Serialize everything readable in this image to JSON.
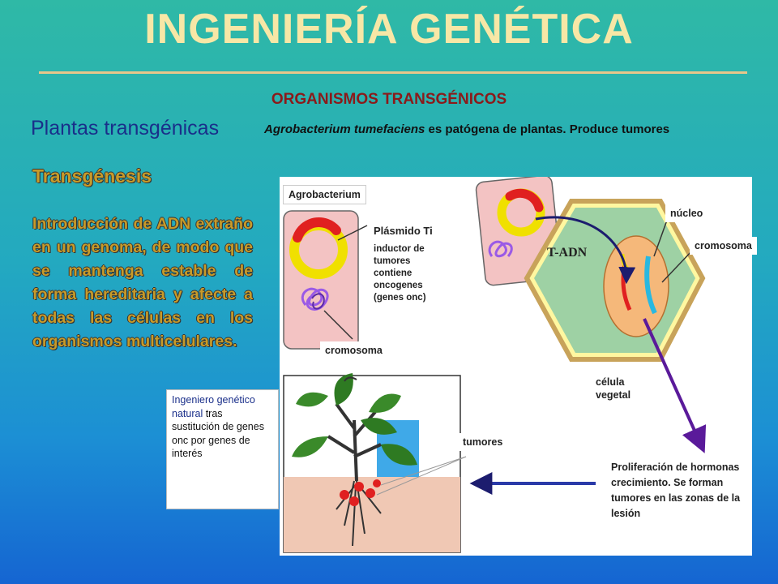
{
  "title": "INGENIERÍA GENÉTICA",
  "subtitle": "ORGANISMOS TRANSGÉNICOS",
  "section_title": "Plantas transgénicas",
  "tagline": {
    "species": "Agrobacterium tumefaciens",
    "rest": " es patógena de plantas. Produce tumores"
  },
  "transgenesis_title": "Transgénesis",
  "definition": "Introducción de ADN extraño en un genoma, de modo que se mantenga estable de forma hereditaria y afecte a todas las células en los organismos multicelulares.",
  "note": {
    "highlight": "Ingeniero genético natural",
    "rest": " tras sustitución de genes onc por genes de interés"
  },
  "diagram": {
    "agrobacterium": "Agrobacterium",
    "plasmid_title": "Plásmido Ti",
    "plasmid_desc": "inductor de tumores contiene oncogenes (genes onc)",
    "chromosome_left": "cromosoma",
    "t_dna": "T-ADN",
    "nucleus": "núcleo",
    "chromosome_right": "cromosoma",
    "plant_cell": "célula vegetal",
    "tumors": "tumores",
    "proliferation": "Proliferación de hormonas crecimiento. Se forman tumores en las zonas de la lesión"
  }
}
